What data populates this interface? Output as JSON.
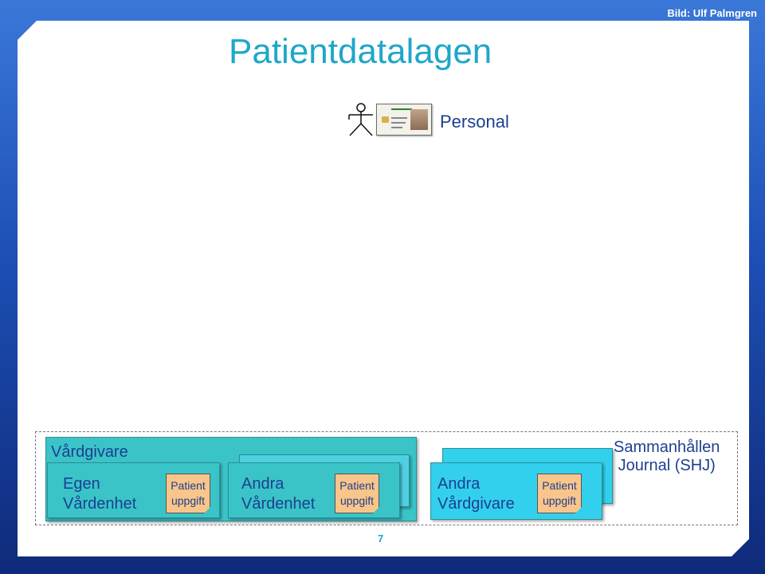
{
  "credit": "Bild: Ulf Palmgren",
  "title": "Patientdatalagen",
  "personal": {
    "label": "Personal",
    "icons": [
      "person-figure-icon",
      "id-card-icon"
    ]
  },
  "diagram": {
    "vardgivare_label": "Vårdgivare",
    "egen_vardenhet": [
      "Egen",
      "Vårdenhet"
    ],
    "andra_vardenhet": [
      "Andra",
      "Vårdenhet"
    ],
    "andra_vardgivare": [
      "Andra",
      "Vårdgivare"
    ],
    "patient_note": [
      "Patient",
      "uppgift"
    ],
    "shj": [
      "Sammanhållen",
      "Journal (SHJ)"
    ]
  },
  "page_number": "7",
  "colors": {
    "title": "#1fa7c9",
    "box_fill": "#3ac4c8",
    "note_fill": "#f9c58a",
    "text": "#1d3f8f",
    "frame": "#1d4fb5"
  }
}
